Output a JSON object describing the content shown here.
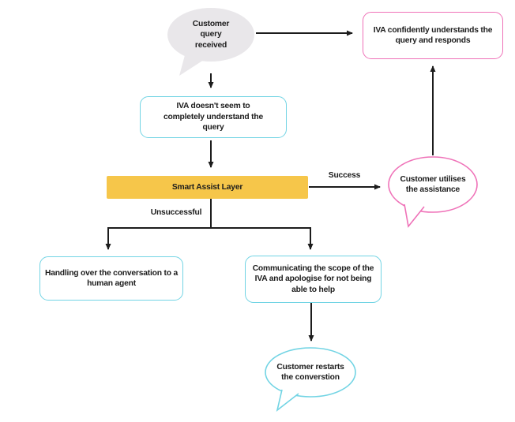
{
  "diagram": {
    "type": "flowchart",
    "background": "#ffffff"
  },
  "colors": {
    "pink": "#EF72B8",
    "cyan": "#72D4E4",
    "yellow": "#F6C64A",
    "gray": "#E9E7EA",
    "ink": "#1C1C1C"
  },
  "nodes": {
    "customer_query": {
      "label": "Customer query received",
      "shape": "speech-bubble",
      "color": "gray"
    },
    "iva_confident": {
      "label": "IVA confidently understands the query and responds",
      "shape": "rounded-rect",
      "color": "pink"
    },
    "iva_not_understand": {
      "label": "IVA doesn't seem to completely understand the query",
      "shape": "rounded-rect",
      "color": "cyan"
    },
    "smart_assist": {
      "label": "Smart Assist Layer",
      "shape": "rect",
      "color": "yellow"
    },
    "customer_utilises": {
      "label": "Customer utilises the assistance",
      "shape": "speech-bubble",
      "color": "pink"
    },
    "handover": {
      "label": "Handling over the conversation to a human agent",
      "shape": "rounded-rect",
      "color": "cyan"
    },
    "communicate_scope": {
      "label": "Communicating the scope of the IVA and apologise for not being able to help",
      "shape": "rounded-rect",
      "color": "cyan"
    },
    "customer_restarts": {
      "label": "Customer restarts the converstion",
      "shape": "speech-bubble",
      "color": "cyan"
    }
  },
  "edge_labels": {
    "success": "Success",
    "unsuccessful": "Unsuccessful"
  }
}
